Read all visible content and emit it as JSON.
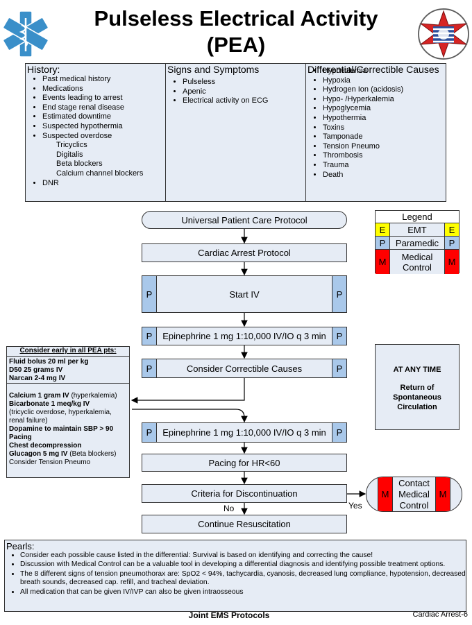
{
  "title_line1": "Pulseless Electrical Activity",
  "title_line2": "(PEA)",
  "history": {
    "heading": "History:",
    "items": [
      "Past medical history",
      "Medications",
      "Events leading to arrest",
      "End stage renal disease",
      "Estimated downtime",
      "Suspected hypothermia",
      "Suspected overdose"
    ],
    "overdose_sub": [
      "Tricyclics",
      "Digitalis",
      "Beta blockers",
      "Calcium channel blockers"
    ],
    "last": "DNR"
  },
  "signs": {
    "heading": "Signs and Symptoms",
    "items": [
      "Pulseless",
      "Apenic",
      "Electrical activity on ECG"
    ]
  },
  "differential": {
    "heading": "Differential/Correctible Causes",
    "items": [
      "Hypovolemia",
      "Hypoxia",
      "Hydrogen Ion (acidosis)",
      "Hypo- /Hyperkalemia",
      "Hypoglycemia",
      "Hypothermia",
      "Toxins",
      "Tamponade",
      "Tension Pneumo",
      "Thrombosis",
      "Trauma",
      "Death"
    ]
  },
  "legend": {
    "title": "Legend",
    "rows": [
      {
        "code": "E",
        "label": "EMT",
        "color": "#ffff00"
      },
      {
        "code": "P",
        "label": "Paramedic",
        "color": "#a9c8ea"
      },
      {
        "code": "M",
        "label": "Medical Control",
        "color": "#ff0000"
      }
    ]
  },
  "flow": {
    "upcp": "Universal Patient Care Protocol",
    "cardiac": "Cardiac Arrest Protocol",
    "start_iv": "Start IV",
    "epi1": "Epinephrine 1 mg 1:10,000 IV/IO q 3 min",
    "consider": "Consider Correctible Causes",
    "epi2": "Epinephrine 1 mg 1:10,000 IV/IO q 3 min",
    "pacing": "Pacing for HR<60",
    "criteria": "Criteria for Discontinuation",
    "no": "No",
    "yes": "Yes",
    "continue": "Continue Resuscitation",
    "contact": "Contact Medical Control",
    "tag_p": "P",
    "tag_m": "M"
  },
  "any_time": {
    "line1": "AT ANY TIME",
    "line2": "Return of Spontaneous Circulation"
  },
  "early": {
    "heading": "Consider early in all PEA pts:",
    "fluid": "Fluid bolus 20 ml per kg",
    "d50": "D50 25 grams IV",
    "narcan": "Narcan 2-4 mg IV",
    "calcium_b": "Calcium 1 gram IV",
    "calcium_n": " (hyperkalemia)",
    "bicarb": "Bicarbonate 1 meq/kg IV",
    "bicarb_note": "(tricyclic overdose, hyperkalemia, renal failure)",
    "dopamine": "Dopamine to maintain SBP > 90",
    "pacing": "Pacing",
    "chest": "Chest decompression",
    "glucagon_b": "Glucagon 5 mg IV",
    "glucagon_n": " (Beta blockers)",
    "tension": "Consider Tension Pneumo"
  },
  "pearls": {
    "heading": "Pearls:",
    "items": [
      "Consider each possible cause listed in the differential: Survival is based on identifying and correcting the cause!",
      "Discussion with Medical Control can be a valuable tool in developing a differential diagnosis and identifying possible treatment options.",
      "The 8 different signs of tension pneumothorax are: SpO2 < 94%, tachycardia, cyanosis, decreased lung compliance, hypotension, decreased breath sounds, decreased cap. refill, and tracheal deviation.",
      "All medication that can be given IV/IVP can also be given intraosseous"
    ]
  },
  "footer": {
    "center": "Joint EMS Protocols",
    "right": "Cardiac Arrest-6"
  },
  "logos": {
    "left": "star-of-life-icon",
    "right": "fire-rescue-badge-icon"
  }
}
